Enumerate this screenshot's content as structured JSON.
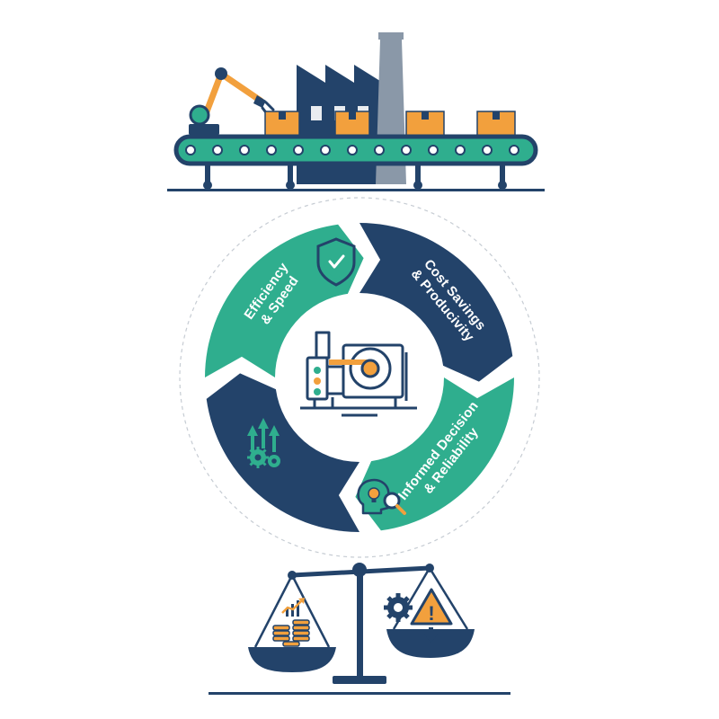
{
  "colors": {
    "navy": "#23436a",
    "teal": "#2fae8e",
    "orange": "#f2a03d",
    "grey": "#8a98a8",
    "light_grey": "#c6ccd3",
    "white": "#ffffff"
  },
  "cycle": {
    "segments": [
      {
        "line1": "Efficiency",
        "line2": "& Speed",
        "color": "teal",
        "icon": "shield-check-icon"
      },
      {
        "line1": "Cost Savings",
        "line2": "& Producivity",
        "color": "navy",
        "icon": "none"
      },
      {
        "line1": "Informed Decision",
        "line2": "& Reliability",
        "color": "teal",
        "icon": "head-lightbulb-magnifier-icon"
      },
      {
        "line1": "",
        "line2": "",
        "color": "navy",
        "icon": "arrows-up-gears-icon"
      }
    ],
    "center_icon": "industrial-machine-icon"
  },
  "top_scene": {
    "description_icons": [
      "robotic-arm-icon",
      "factory-icon",
      "smokestack-icon",
      "conveyor-belt-icon",
      "box-icon"
    ]
  },
  "balance": {
    "left_pan_icons": [
      "coin-stack-icon",
      "growth-chart-icon"
    ],
    "right_pan_icons": [
      "gear-icon",
      "warning-triangle-icon",
      "down-arrow-icon"
    ],
    "warning_symbol": "!"
  }
}
